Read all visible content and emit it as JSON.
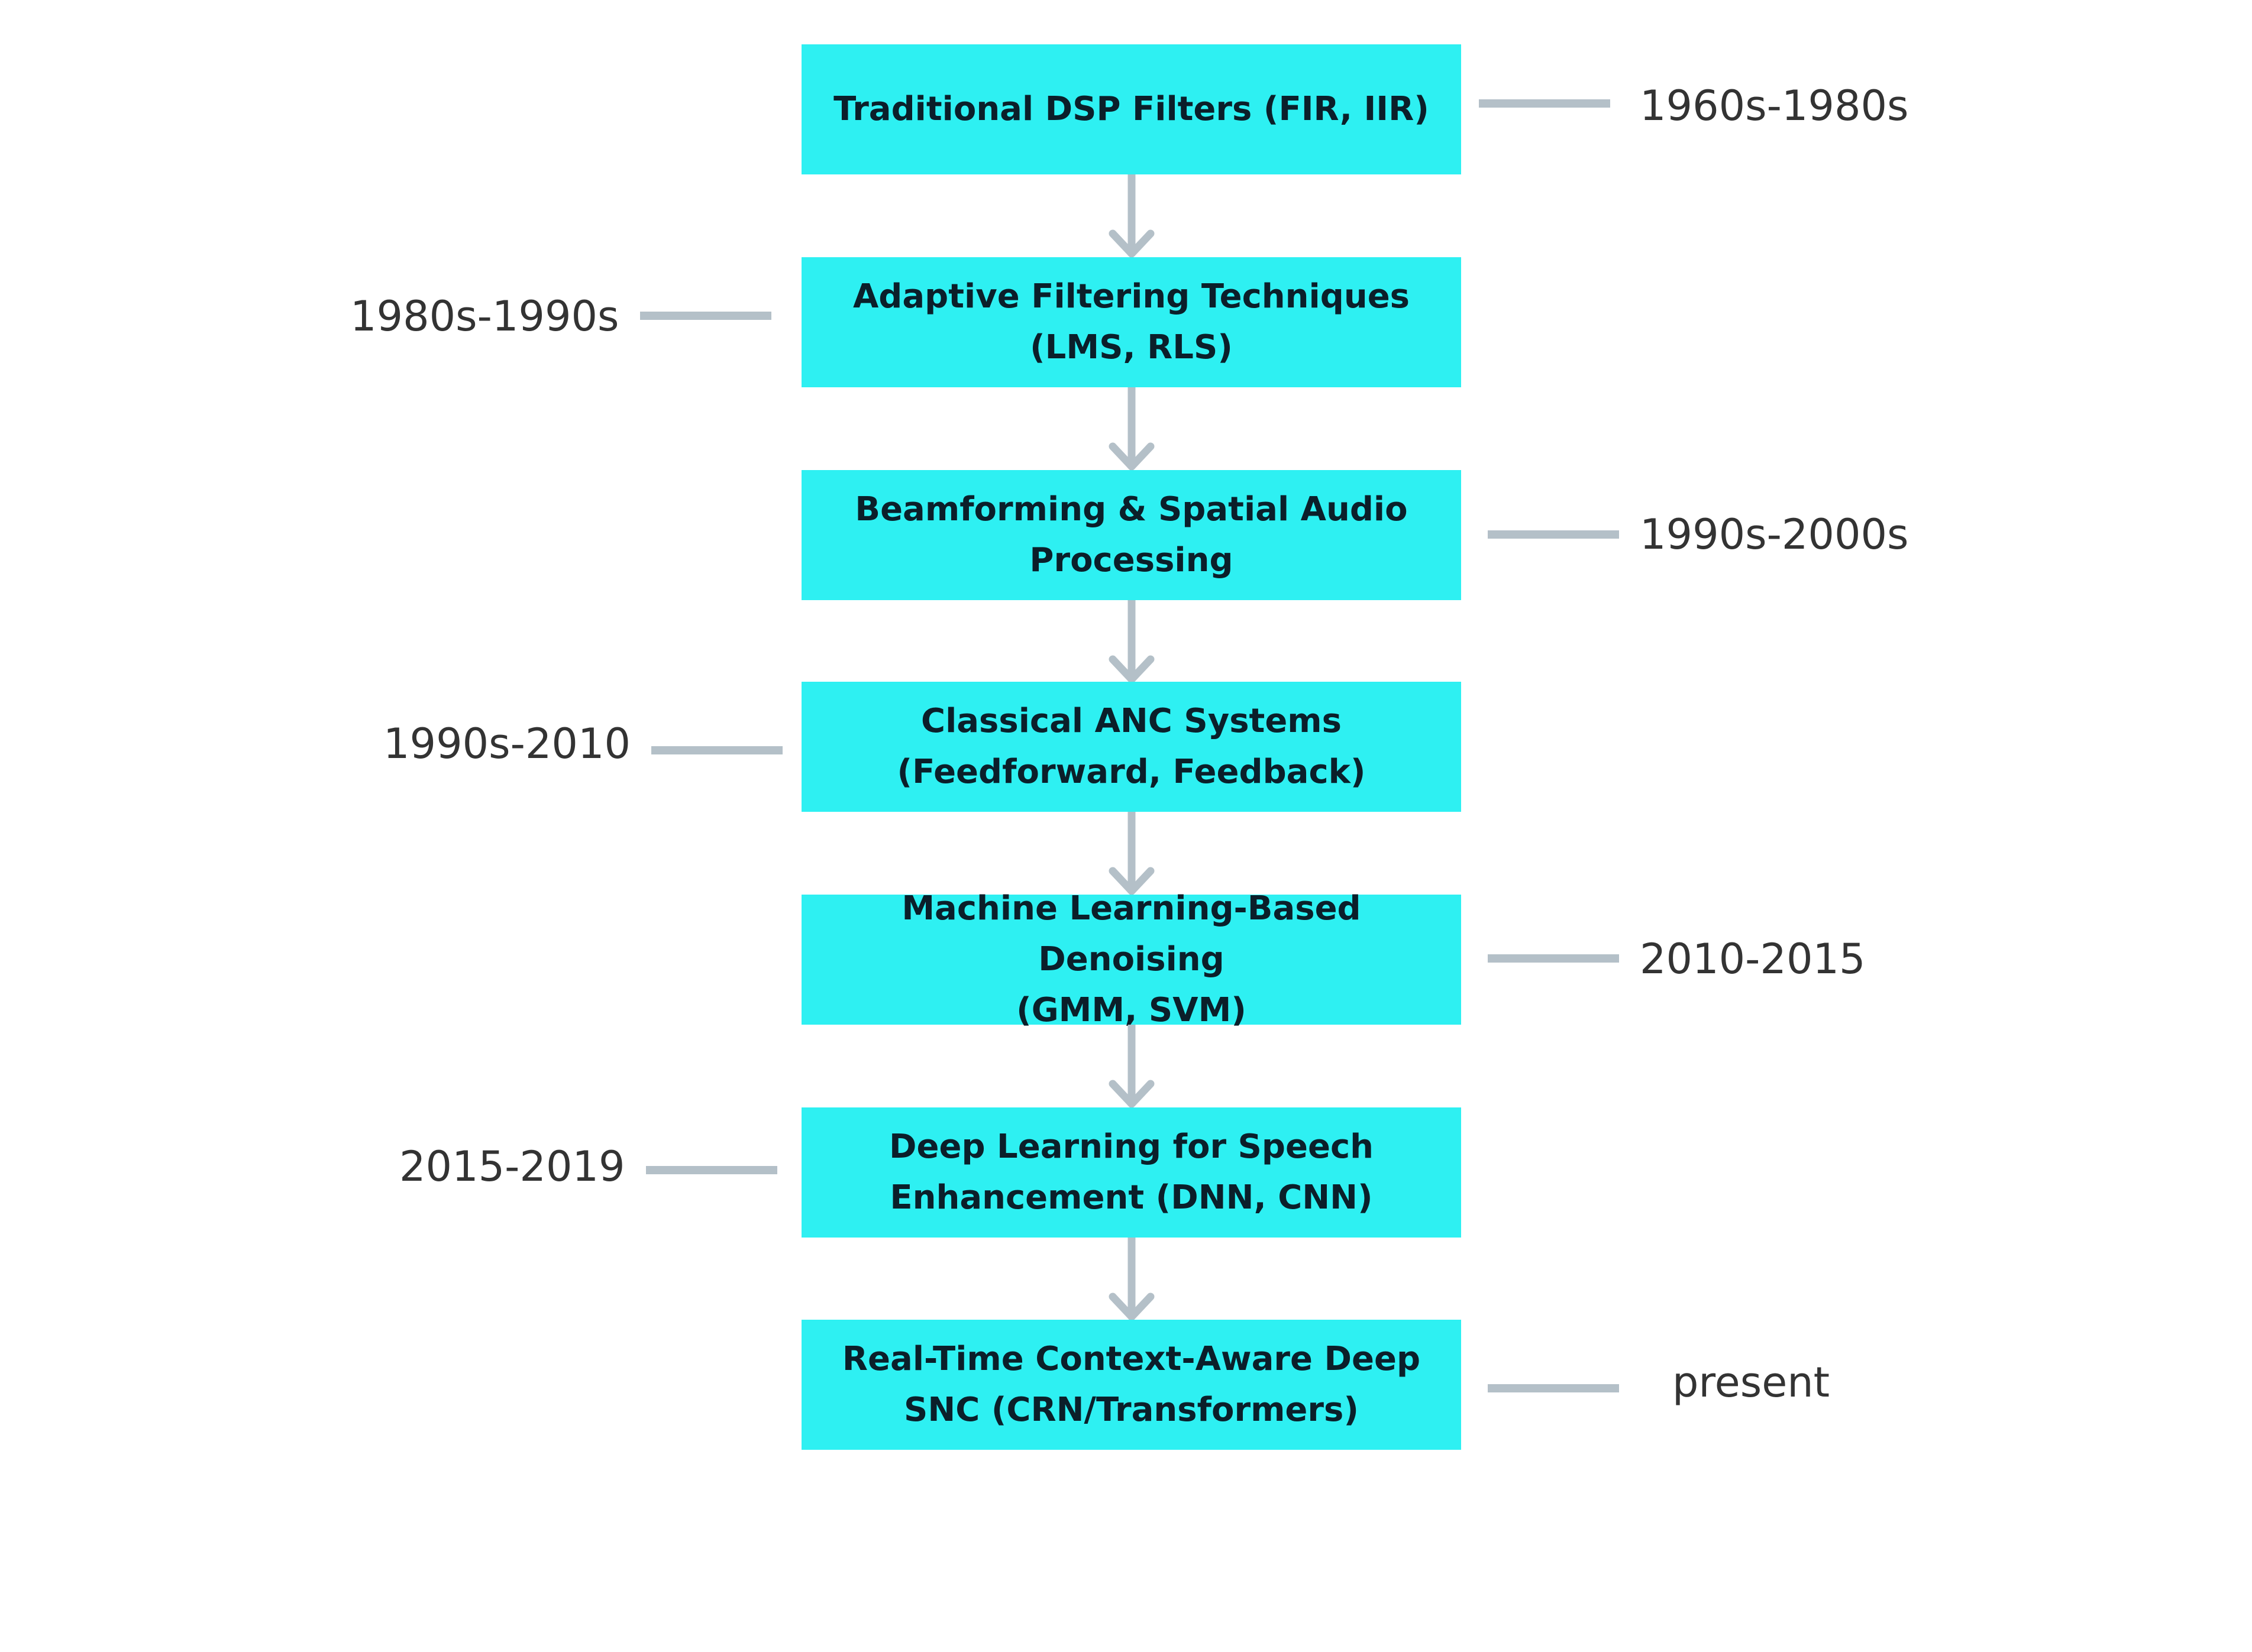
{
  "colors": {
    "box_fill": "#2ef0f2",
    "box_text": "#0b1f2a",
    "connector": "#b4c0c8",
    "era_text": "#333333",
    "background": "#ffffff"
  },
  "stages": [
    {
      "title": "Traditional DSP Filters (FIR, IIR)",
      "era": "1960s-1980s",
      "era_side": "right"
    },
    {
      "title": "Adaptive Filtering Techniques\n(LMS, RLS)",
      "era": "1980s-1990s",
      "era_side": "left"
    },
    {
      "title": "Beamforming & Spatial Audio\nProcessing",
      "era": "1990s-2000s",
      "era_side": "right"
    },
    {
      "title": "Classical ANC Systems\n(Feedforward, Feedback)",
      "era": "1990s-2010",
      "era_side": "left"
    },
    {
      "title": "Machine Learning-Based Denoising\n(GMM, SVM)",
      "era": "2010-2015",
      "era_side": "right"
    },
    {
      "title": "Deep Learning for Speech\nEnhancement (DNN, CNN)",
      "era": "2015-2019",
      "era_side": "left"
    },
    {
      "title": "Real-Time Context-Aware Deep\nSNC (CRN/Transformers)",
      "era": "present",
      "era_side": "right"
    }
  ]
}
